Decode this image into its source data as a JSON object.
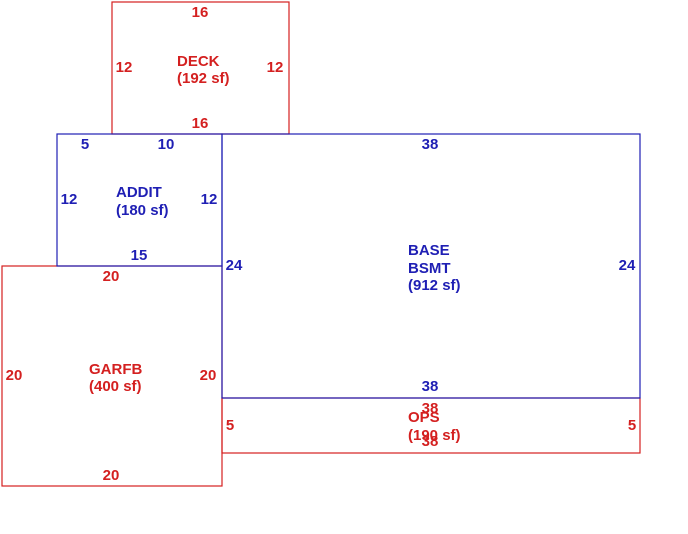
{
  "colors": {
    "red": "#d42020",
    "blue": "#1f1fb4",
    "background": "#ffffff"
  },
  "areas": {
    "deck": {
      "name": "DECK",
      "area": "(192 sf)",
      "dims": {
        "top": "16",
        "bottom": "16",
        "left": "12",
        "right": "12"
      }
    },
    "addit": {
      "name": "ADDIT",
      "area": "(180 sf)",
      "dims": {
        "top_left": "5",
        "top": "10",
        "left": "12",
        "right": "12",
        "bottom": "15"
      }
    },
    "base": {
      "name_line1": "BASE",
      "name_line2": "BSMT",
      "area": "(912 sf)",
      "dims": {
        "top": "38",
        "left": "24",
        "right": "24",
        "bottom": "38"
      }
    },
    "garfb": {
      "name": "GARFB",
      "area": "(400 sf)",
      "dims": {
        "top": "20",
        "left": "20",
        "right": "20",
        "bottom": "20"
      }
    },
    "ops": {
      "name": "OPS",
      "area": "(190 sf)",
      "dims": {
        "top": "38",
        "bottom": "38",
        "left": "5",
        "right": "5"
      }
    }
  }
}
